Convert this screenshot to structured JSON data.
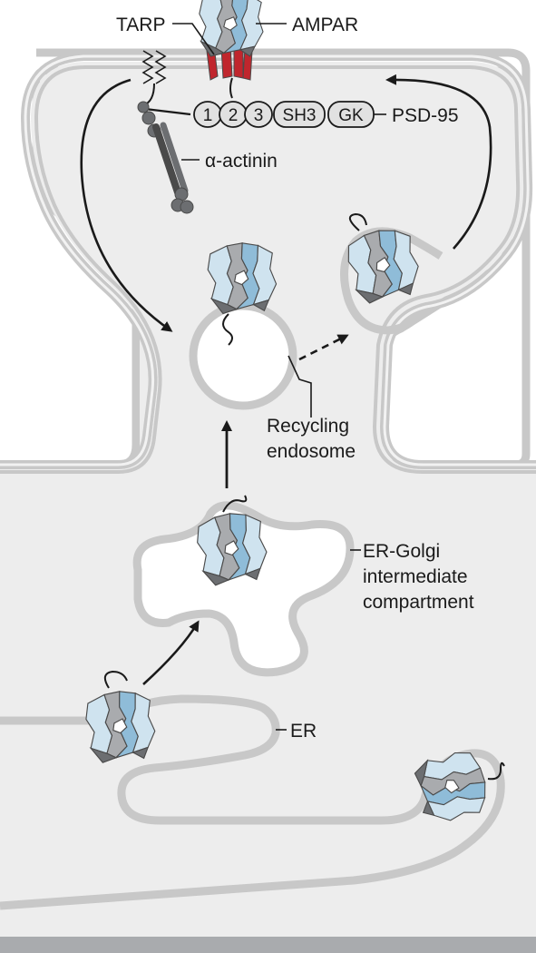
{
  "labels": {
    "tarp": "TARP",
    "ampar": "AMPAR",
    "psd95": "PSD-95",
    "actinin": "α-actinin",
    "recycling_line1": "Recycling",
    "recycling_line2": "endosome",
    "ergic_line1": "ER-Golgi",
    "ergic_line2": "intermediate",
    "ergic_line3": "compartment",
    "er": "ER"
  },
  "psd95_domains": [
    "1",
    "2",
    "3",
    "SH3",
    "GK"
  ],
  "colors": {
    "membrane": "#c8c8c8",
    "membrane_fill": "#ededed",
    "tarp_red": "#c0262d",
    "ampar_light": "#cfe3ef",
    "ampar_blue": "#8fbcd8",
    "ampar_gray": "#a9abae",
    "ampar_dark": "#6c6e71",
    "arrow": "#1a1a1a"
  },
  "icons": [
    "ampar-receptor-icon",
    "tarp-icon",
    "actinin-icon",
    "lipid-anchor-icon",
    "arrow-icon"
  ]
}
